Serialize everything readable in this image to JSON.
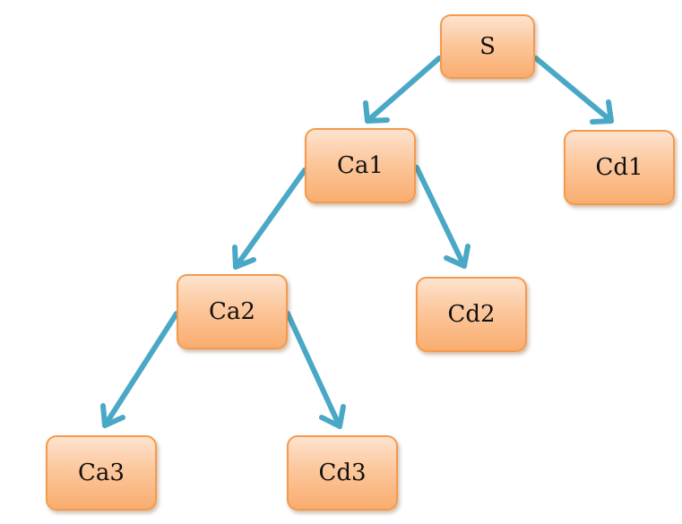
{
  "colors": {
    "node_fill": "#fcc79c",
    "node_border": "#f39a4f",
    "edge": "#4aa8c7"
  },
  "nodes": {
    "s": "S",
    "ca1": "Ca1",
    "cd1": "Cd1",
    "ca2": "Ca2",
    "cd2": "Cd2",
    "ca3": "Ca3",
    "cd3": "Cd3"
  },
  "edges": [
    {
      "from": "S",
      "to": "Ca1"
    },
    {
      "from": "S",
      "to": "Cd1"
    },
    {
      "from": "Ca1",
      "to": "Ca2"
    },
    {
      "from": "Ca1",
      "to": "Cd2"
    },
    {
      "from": "Ca2",
      "to": "Ca3"
    },
    {
      "from": "Ca2",
      "to": "Cd3"
    }
  ]
}
